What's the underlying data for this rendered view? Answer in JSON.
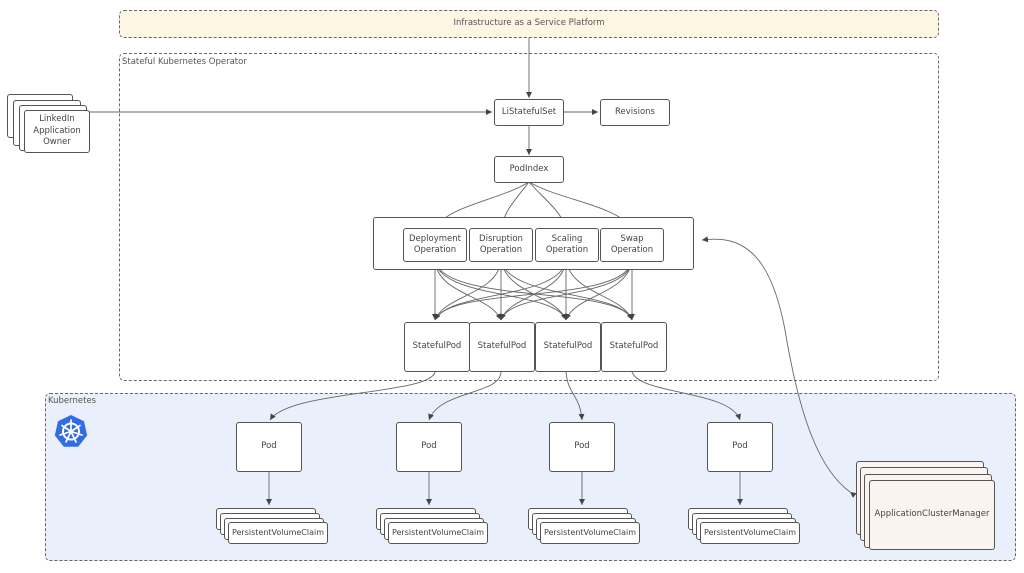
{
  "banner": {
    "title": "Infrastructure as  a Service Platform",
    "fill": "#fdf6e3"
  },
  "operator": {
    "label": "Stateful  Kubernetes Operator"
  },
  "kubernetes": {
    "label": "Kubernetes",
    "fill": "#eaf0fb",
    "logo_color": "#326ce5"
  },
  "owner": {
    "lines": [
      "LinkedIn",
      "Application",
      "Owner"
    ]
  },
  "nodes": {
    "listatefulset": "LiStatefulSet",
    "revisions": "Revisions",
    "podindex": "PodIndex",
    "app_cluster_manager": "ApplicationClusterManager",
    "app_cluster_manager_fill": "#fbf3ef"
  },
  "operations": [
    {
      "line1": "Deployment",
      "line2": "Operation"
    },
    {
      "line1": "Disruption",
      "line2": "Operation"
    },
    {
      "line1": "Scaling",
      "line2": "Operation"
    },
    {
      "line1": "Swap",
      "line2": "Operation"
    }
  ],
  "stateful_pods": [
    "StatefulPod",
    "StatefulPod",
    "StatefulPod",
    "StatefulPod"
  ],
  "pods": [
    "Pod",
    "Pod",
    "Pod",
    "Pod"
  ],
  "pvcs": [
    "PersistentVolumeClaim",
    "PersistentVolumeClaim",
    "PersistentVolumeClaim",
    "PersistentVolumeClaim"
  ]
}
